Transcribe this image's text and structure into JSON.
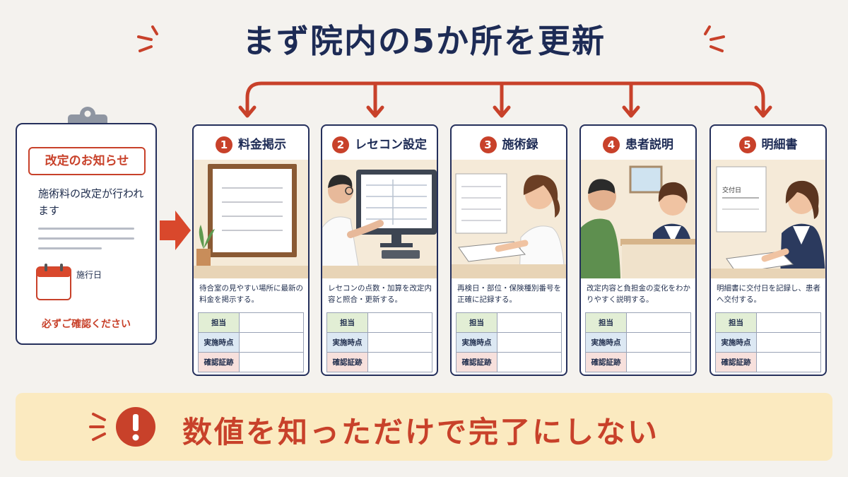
{
  "title": "まず院内の5か所を更新",
  "notice": {
    "header": "改定のお知らせ",
    "body": "施術料の改定が行われます",
    "date_label": "施行日",
    "footer": "必ずご確認ください"
  },
  "cards": [
    {
      "number": "1",
      "title": "料金掲示",
      "description": "待合室の見やすい場所に最新の料金を掲示する。",
      "rows": [
        "担当",
        "実施時点",
        "確認証跡"
      ]
    },
    {
      "number": "2",
      "title": "レセコン設定",
      "description": "レセコンの点数・加算を改定内容と照合・更新する。",
      "rows": [
        "担当",
        "実施時点",
        "確認証跡"
      ]
    },
    {
      "number": "3",
      "title": "施術録",
      "description": "再検日・部位・保険種別番号を正確に記録する。",
      "rows": [
        "担当",
        "実施時点",
        "確認証跡"
      ]
    },
    {
      "number": "4",
      "title": "患者説明",
      "description": "改定内容と負担金の変化をわかりやすく説明する。",
      "rows": [
        "担当",
        "実施時点",
        "確認証跡"
      ]
    },
    {
      "number": "5",
      "title": "明細書",
      "description": "明細書に交付日を記録し、患者へ交付する。",
      "rows": [
        "担当",
        "実施時点",
        "確認証跡"
      ],
      "illus_text": "交付日"
    }
  ],
  "bottom": {
    "icon": "exclamation-icon",
    "text": "数値を知っただけで完了にしない"
  },
  "colors": {
    "accent": "#c8412a",
    "navy": "#1d2b55",
    "banner": "#fbeac0"
  }
}
